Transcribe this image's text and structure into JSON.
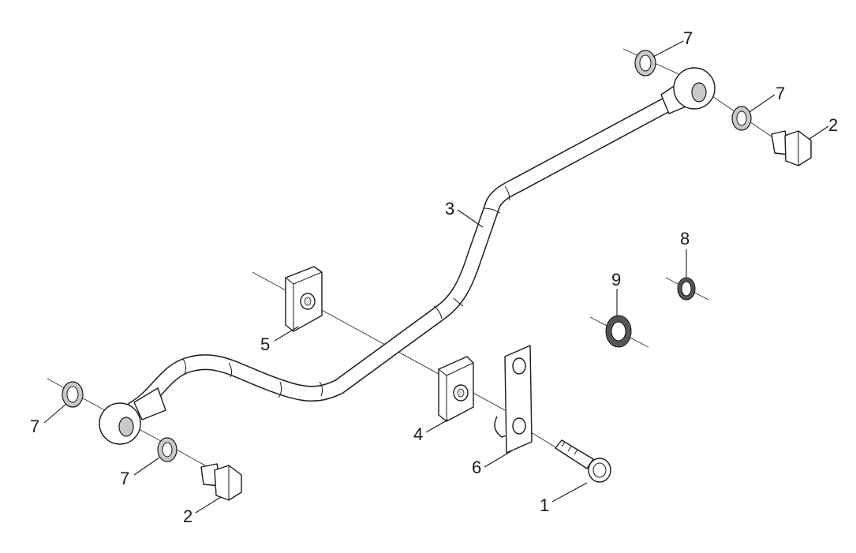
{
  "diagram": {
    "callouts": [
      {
        "id": "c7a",
        "label": "7"
      },
      {
        "id": "c7b",
        "label": "7"
      },
      {
        "id": "c2a",
        "label": "2"
      },
      {
        "id": "c3",
        "label": "3"
      },
      {
        "id": "c8",
        "label": "8"
      },
      {
        "id": "c9",
        "label": "9"
      },
      {
        "id": "c5",
        "label": "5"
      },
      {
        "id": "c4",
        "label": "4"
      },
      {
        "id": "c6",
        "label": "6"
      },
      {
        "id": "c1",
        "label": "1"
      },
      {
        "id": "c7c",
        "label": "7"
      },
      {
        "id": "c7d",
        "label": "7"
      },
      {
        "id": "c2b",
        "label": "2"
      }
    ]
  }
}
